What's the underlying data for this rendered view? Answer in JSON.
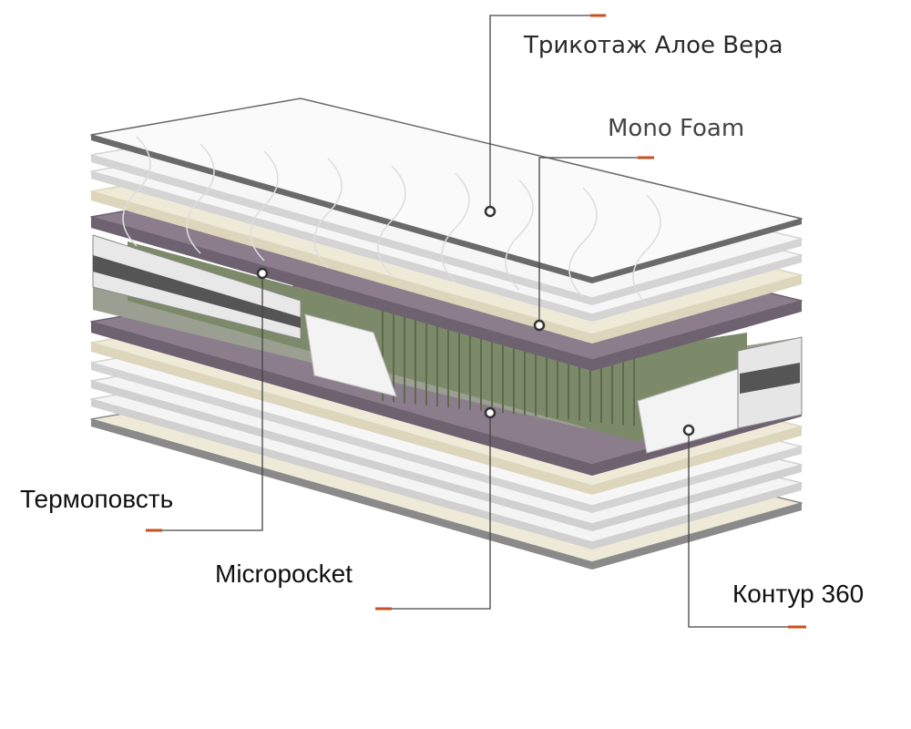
{
  "labels": {
    "aloe": "Трикотаж Алое Вера",
    "mono_foam": "Mono Foam",
    "thermo": "Термоповсть",
    "micropocket": "Micropocket",
    "contour": "Контур 360"
  },
  "colors": {
    "accent": "#c8501e",
    "line": "#555555",
    "white_layer": "#f1f1f1",
    "cream_layer": "#efead8",
    "felt_layer": "#8c7d8c",
    "spring": "#7c8a6a"
  }
}
